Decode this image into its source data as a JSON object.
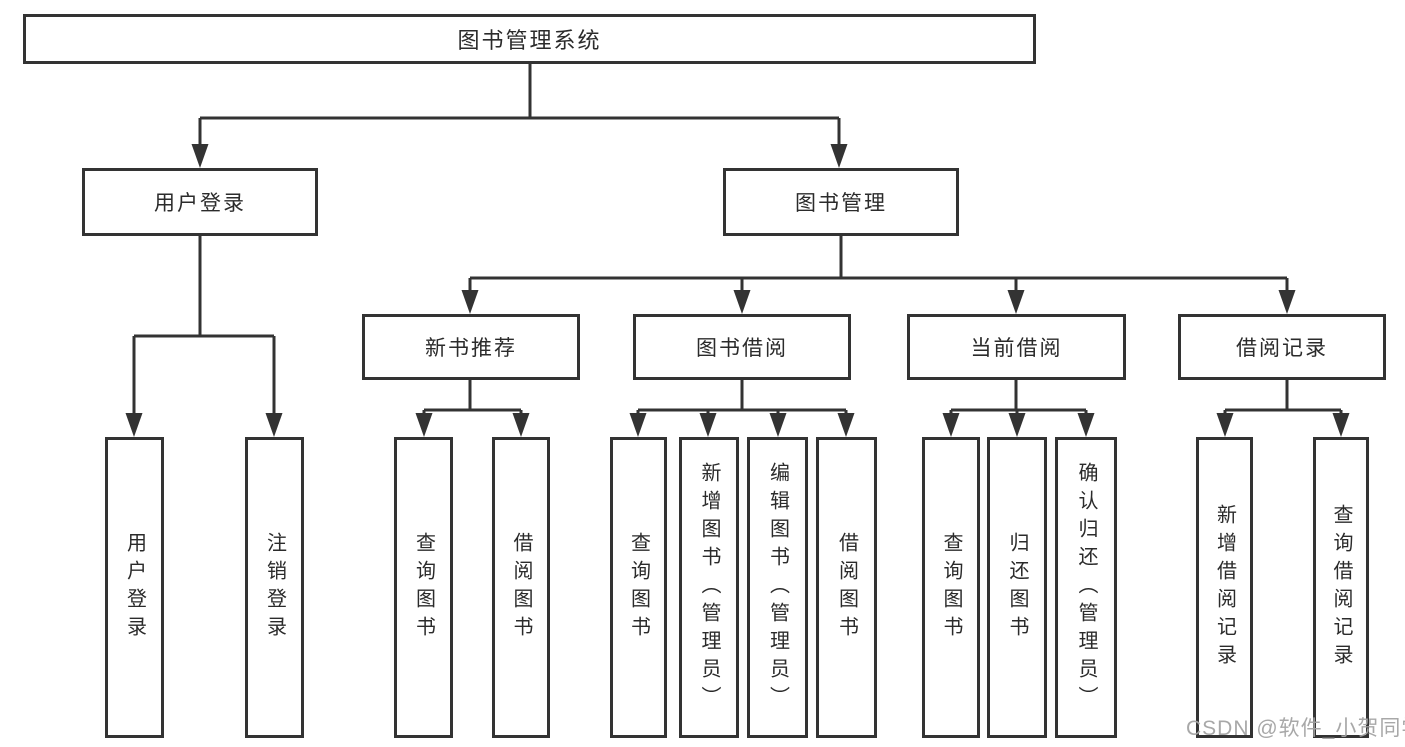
{
  "diagram": {
    "title": "图书管理系统",
    "level2": {
      "user_login": "用户登录",
      "book_mgmt": "图书管理"
    },
    "level3": {
      "new_book": "新书推荐",
      "book_borrow": "图书借阅",
      "current_borrow": "当前借阅",
      "borrow_record": "借阅记录"
    },
    "leaves": {
      "user_login": [
        "用户登录",
        "注销登录"
      ],
      "new_book": [
        "查询图书",
        "借阅图书"
      ],
      "book_borrow": [
        "查询图书",
        "新增图书（管理员）",
        "编辑图书（管理员）",
        "借阅图书"
      ],
      "current_borrow": [
        "查询图书",
        "归还图书",
        "确认归还（管理员）"
      ],
      "borrow_record": [
        "新增借阅记录",
        "查询借阅记录"
      ]
    }
  },
  "watermark": "CSDN @软件_小贺同学",
  "colors": {
    "line": "#333333",
    "box_border": "#333333",
    "text": "#2b2b2b",
    "background": "#ffffff",
    "watermark": "#a3a3a3"
  }
}
